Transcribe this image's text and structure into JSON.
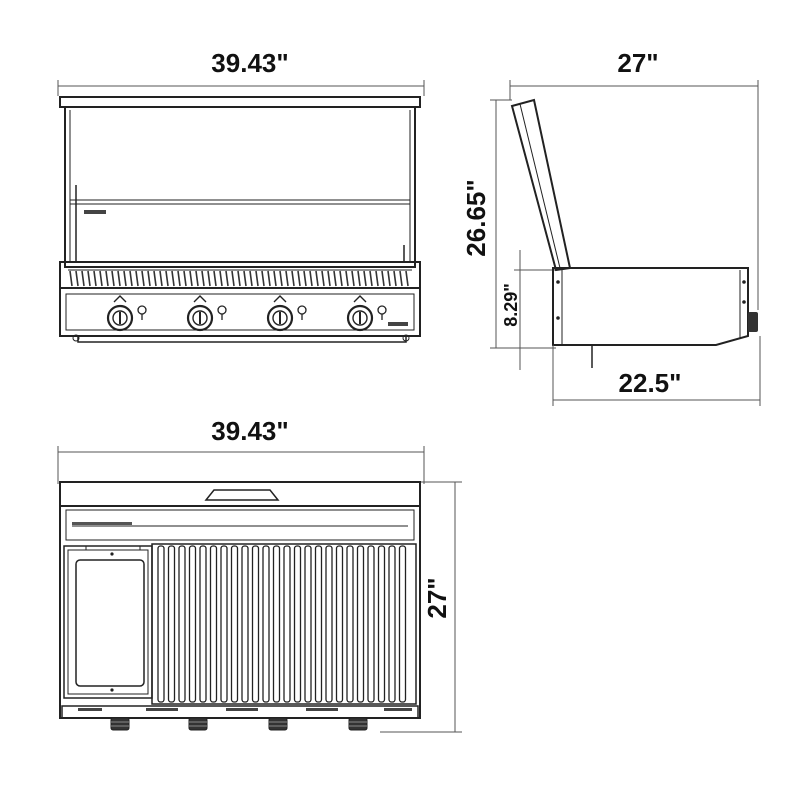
{
  "front_view": {
    "width_label": "39.43\"",
    "knob_count": 4
  },
  "side_view": {
    "depth_label": "27\"",
    "height_label": "26.65\"",
    "body_height_label": "8.29\"",
    "body_depth_label": "22.5\""
  },
  "top_view": {
    "width_label": "39.43\"",
    "depth_label": "27\"",
    "knob_count": 4
  },
  "colors": {
    "line": "#222222",
    "dimension": "#555555",
    "fill": "#ffffff"
  }
}
